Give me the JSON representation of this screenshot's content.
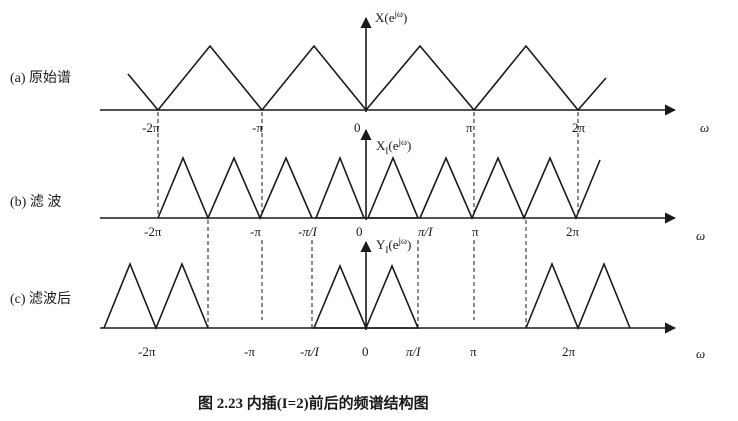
{
  "panel_a": {
    "row_label": "(a)  原始谱",
    "spectrum_label": "X(e",
    "spectrum_label_sup": "jω",
    "spectrum_label_close": ")",
    "axis_var": "ω",
    "ticks": [
      "-2π",
      "-π",
      "0",
      "π",
      "2π"
    ]
  },
  "panel_b": {
    "row_label": "(b)   滤 波",
    "spectrum_label": "X",
    "spectrum_label_sub": "I",
    "spectrum_label_rest": "(e",
    "spectrum_label_sup": "jω",
    "spectrum_label_close": ")",
    "axis_var": "ω",
    "ticks": [
      "-2π",
      "-π",
      "-π/I",
      "0",
      "π/I",
      "π",
      "2π"
    ]
  },
  "panel_c": {
    "row_label": "(c)  滤波后",
    "spectrum_label": "Y",
    "spectrum_label_sub": "I",
    "spectrum_label_rest": "(e",
    "spectrum_label_sup": "jω",
    "spectrum_label_close": ")",
    "axis_var": "ω",
    "ticks": [
      "-2π",
      "-π",
      "-π/I",
      "0",
      "π/I",
      "π",
      "2π"
    ]
  },
  "caption": "图 2.23   内插(I=2)前后的频谱结构图"
}
